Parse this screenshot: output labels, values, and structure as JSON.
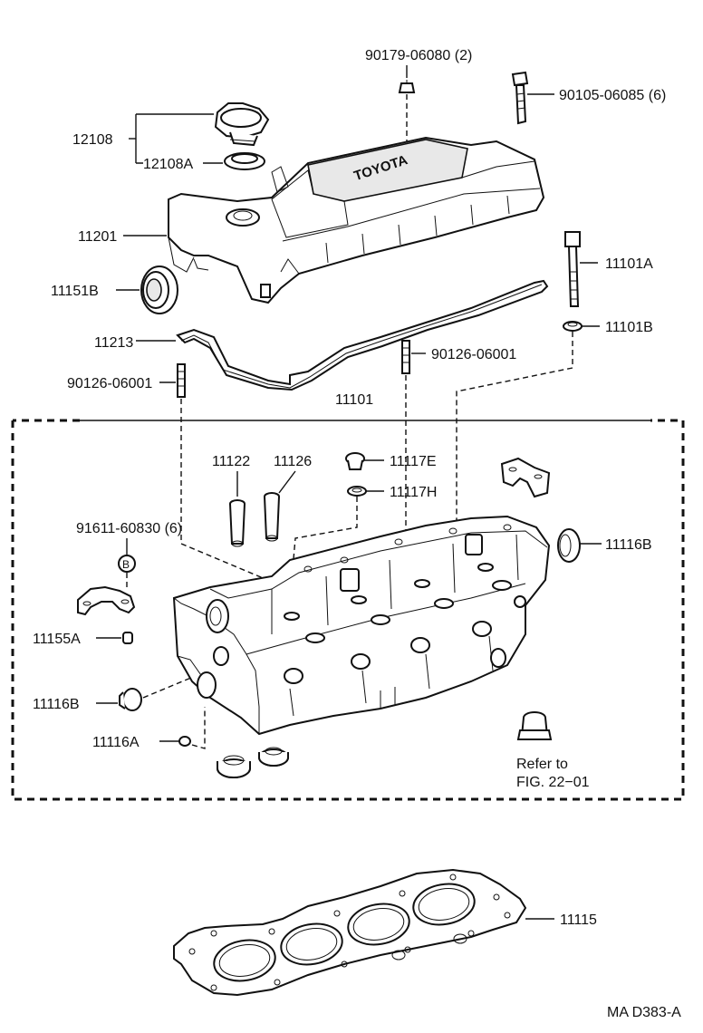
{
  "labels": {
    "p90179": "90179-06080 (2)",
    "p90105": "90105-06085 (6)",
    "p12108": "12108",
    "p12108A": "12108A",
    "p11201": "11201",
    "p11101A": "11101A",
    "p11151B": "11151B",
    "p11213": "11213",
    "p11101B": "11101B",
    "p90126_top": "90126-06001",
    "p90126_left": "90126-06001",
    "p11101": "11101",
    "p11122": "11122",
    "p11126": "11126",
    "p11117E": "11117E",
    "p11117H": "11117H",
    "p91611": "91611-60830 (6)",
    "p11116B_right": "11116B",
    "p11155A": "11155A",
    "p11116B_left": "11116B",
    "p11116A": "11116A",
    "refer1": "Refer to",
    "refer2": "FIG. 22−01",
    "p11115": "11115",
    "footer": "MA D383-A",
    "cover_logo": "TOYOTA",
    "b_marker": "B"
  }
}
